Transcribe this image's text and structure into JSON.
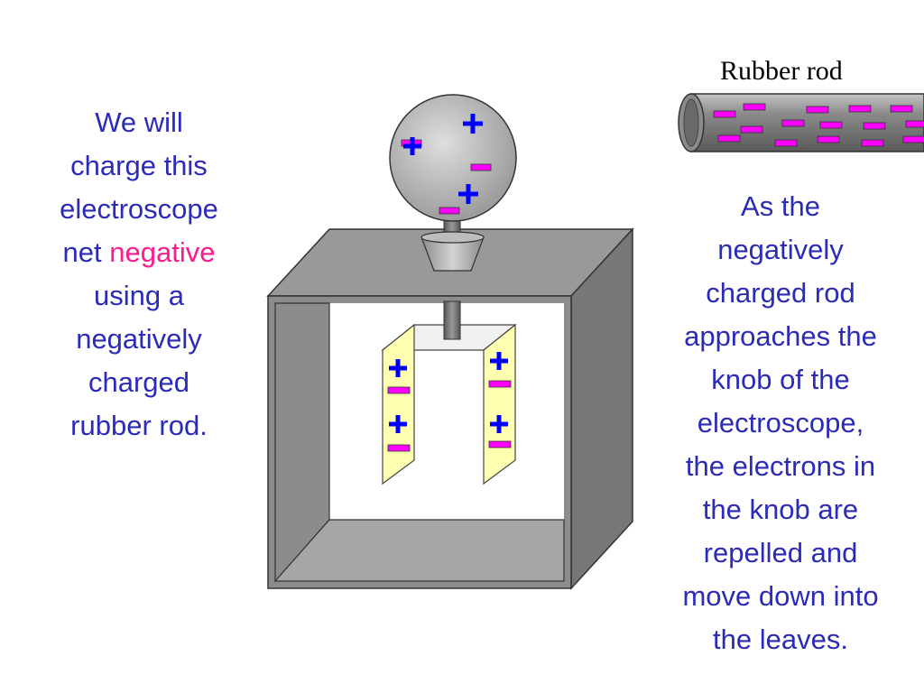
{
  "left_text": {
    "lines_before": [
      "We will",
      "charge this",
      "electroscope"
    ],
    "net_prefix": "net ",
    "highlight": "negative",
    "lines_after": [
      " using a",
      "negatively",
      "charged",
      "rubber rod."
    ]
  },
  "right_text": {
    "lines": [
      "As the",
      "negatively",
      "charged rod",
      "approaches the",
      "knob of the",
      "electroscope,",
      "the electrons in",
      "the knob are",
      "repelled and",
      "move down into",
      "the leaves."
    ]
  },
  "rod": {
    "label": "Rubber rod"
  },
  "symbols": {
    "positive": "+",
    "negative": "−"
  },
  "colors": {
    "text_blue": "#2b2bb8",
    "highlight_pink": "#ff1a8c",
    "charge_magenta": "#ff00ff",
    "charge_blue": "#0000ff",
    "leaf_yellow": "#ffffb0",
    "box_gray": "#8c8c8c"
  }
}
